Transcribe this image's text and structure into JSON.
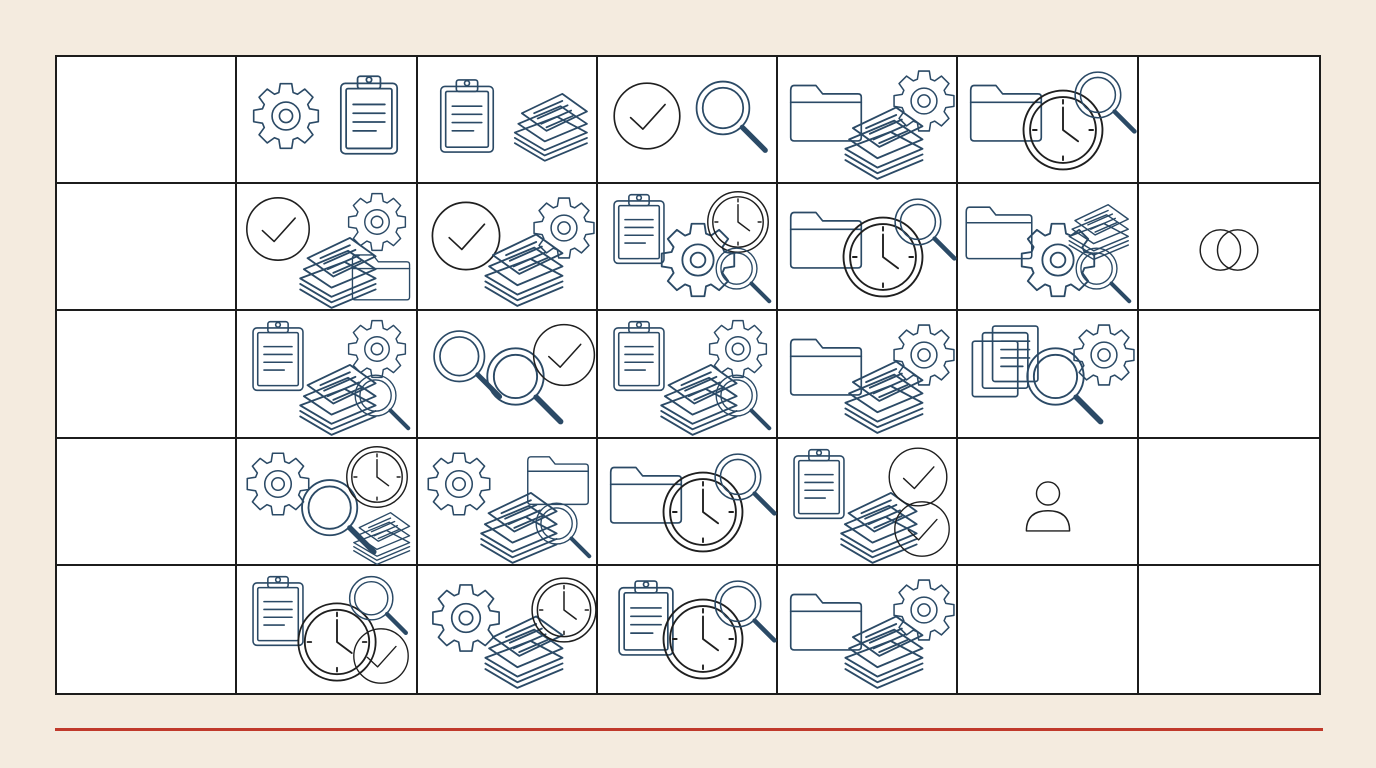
{
  "grid": {
    "rows": 5,
    "cols": 7
  },
  "colors": {
    "background": "#f4ebdf",
    "grid_line": "#1c1c1c",
    "cell_fill": "#ffffff",
    "icon_stroke": "#2b4a66",
    "accent_line": "#c0392b"
  },
  "cells": [
    [
      [],
      [
        "gear",
        "clipboard"
      ],
      [
        "clipboard",
        "papers"
      ],
      [
        "check",
        "magnifier"
      ],
      [
        "folder",
        "papers",
        "gear"
      ],
      [
        "folder",
        "clock",
        "magnifier"
      ],
      []
    ],
    [
      [],
      [
        "check",
        "papers",
        "gear",
        "folder"
      ],
      [
        "check",
        "papers",
        "gear"
      ],
      [
        "clipboard",
        "gear",
        "clock",
        "magnifier"
      ],
      [
        "folder",
        "clock",
        "magnifier"
      ],
      [
        "folder",
        "gear",
        "papers",
        "magnifier"
      ],
      [
        "venn"
      ]
    ],
    [
      [],
      [
        "clipboard",
        "papers",
        "gear",
        "magnifier"
      ],
      [
        "magnifier",
        "magnifier",
        "check"
      ],
      [
        "clipboard",
        "papers",
        "gear",
        "magnifier"
      ],
      [
        "folder",
        "papers",
        "gear"
      ],
      [
        "documents",
        "magnifier",
        "gear"
      ],
      []
    ],
    [
      [],
      [
        "gear",
        "magnifier",
        "clock",
        "papers"
      ],
      [
        "gear",
        "papers",
        "folder",
        "magnifier"
      ],
      [
        "folder",
        "clock",
        "magnifier"
      ],
      [
        "clipboard",
        "papers",
        "check",
        "check"
      ],
      [
        "person"
      ],
      []
    ],
    [
      [],
      [
        "clipboard",
        "clock",
        "magnifier",
        "check"
      ],
      [
        "gear",
        "papers",
        "clock"
      ],
      [
        "clipboard",
        "clock",
        "magnifier"
      ],
      [
        "folder",
        "papers",
        "gear"
      ],
      [],
      []
    ]
  ]
}
